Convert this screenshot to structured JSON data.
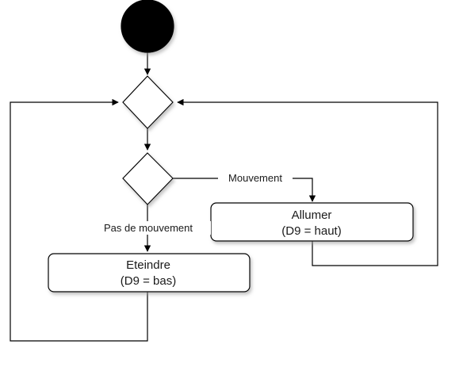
{
  "diagram": {
    "nodes": {
      "start": {
        "kind": "initial"
      },
      "merge": {
        "kind": "decision"
      },
      "decision": {
        "kind": "decision"
      },
      "allumer": {
        "line1": "Allumer",
        "line2": "(D9 = haut)"
      },
      "eteindre": {
        "line1": "Eteindre",
        "line2": "(D9 = bas)"
      }
    },
    "edges": {
      "mouvement": {
        "label": "Mouvement"
      },
      "pas_de_mouvement": {
        "label": "Pas de mouvement"
      }
    }
  },
  "colors": {
    "stroke": "#000000",
    "start_fill": "#000000",
    "node_fill": "#ffffff",
    "text": "#1a1a1a",
    "shadow": "#999999"
  }
}
